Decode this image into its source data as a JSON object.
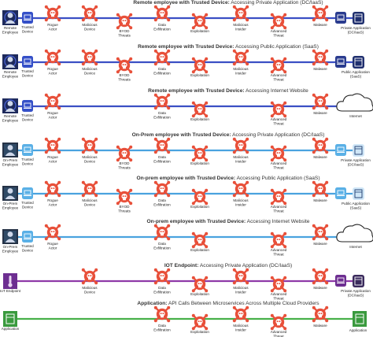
{
  "colors": {
    "threat": "#e8503a",
    "remote_line": "#3b4fc4",
    "onprem_line": "#4aa3df",
    "iot_line": "#8e3aa8",
    "app_line": "#48b04a",
    "dark_navy": "#1f2f6e",
    "purple": "#6d2e91",
    "green": "#3a9a3e"
  },
  "icons": {
    "threat": "skull-crossbones-icon",
    "user": "person-icon",
    "device": "laptop-icon",
    "target_app": "app-server-icon",
    "cloud": "cloud-icon",
    "iot": "thermometer-icon"
  },
  "rows": [
    {
      "title_bold": "Remote employee with Trusted Device:",
      "title_rest": " Accessing Private Application (DC/IaaS)",
      "line": "remote",
      "source": {
        "kind": "remote-user",
        "label": [
          "Remote",
          "Employee"
        ]
      },
      "device": {
        "label": [
          "Trusted",
          "Device"
        ]
      },
      "threats": [
        {
          "pos": "up",
          "label": [
            "Rogue",
            "Actor"
          ]
        },
        {
          "pos": "up",
          "label": [
            "Malicious",
            "Device"
          ]
        },
        {
          "pos": "down",
          "label": [
            "BYOD",
            "Threats"
          ]
        },
        {
          "pos": "up",
          "label": [
            "Data",
            "Exfiltration"
          ]
        },
        {
          "pos": "down",
          "label": [
            "Exploitation"
          ]
        },
        {
          "pos": "up",
          "label": [
            "Malicious",
            "Insider"
          ]
        },
        {
          "pos": "down",
          "label": [
            "Advanced",
            "Threat"
          ]
        },
        {
          "pos": "up",
          "label": [
            "Malware"
          ]
        }
      ],
      "target": {
        "kind": "app-navy",
        "label": [
          "Private Application",
          "(DC/IaaS)"
        ]
      }
    },
    {
      "title_bold": "Remote employee with Trusted Device:",
      "title_rest": " Accessing Public Application (SaaS)",
      "line": "remote",
      "source": {
        "kind": "remote-user",
        "label": [
          "Remote",
          "Employee"
        ]
      },
      "device": {
        "label": [
          "Trusted",
          "Device"
        ]
      },
      "threats": [
        {
          "pos": "up",
          "label": [
            "Rogue",
            "Actor"
          ]
        },
        {
          "pos": "up",
          "label": [
            "Malicious",
            "Device"
          ]
        },
        {
          "pos": "down",
          "label": [
            "BYOD",
            "Threats"
          ]
        },
        {
          "pos": "up",
          "label": [
            "Data",
            "Exfiltration"
          ]
        },
        {
          "pos": "down",
          "label": [
            "Exploitation"
          ]
        },
        {
          "pos": "up",
          "label": [
            "Malicious",
            "Insider"
          ]
        },
        {
          "pos": "down",
          "label": [
            "Advanced",
            "Threat"
          ]
        },
        {
          "pos": "up",
          "label": [
            "Malware"
          ]
        }
      ],
      "target": {
        "kind": "app-navy",
        "label": [
          "Public Application",
          "(SaaS)"
        ]
      }
    },
    {
      "title_bold": "Remote employee with Trusted Device:",
      "title_rest": " Accessing Internet Website",
      "line": "remote",
      "source": {
        "kind": "remote-user",
        "label": [
          "Remote",
          "Employee"
        ]
      },
      "device": {
        "label": [
          "Trusted",
          "Device"
        ]
      },
      "threats": [
        {
          "pos": "up",
          "label": [
            "Rogue",
            "Actor"
          ]
        },
        {
          "pos": "skip"
        },
        {
          "pos": "skip"
        },
        {
          "pos": "up",
          "label": [
            "Data",
            "Exfiltration"
          ]
        },
        {
          "pos": "down",
          "label": [
            "Exploitation"
          ]
        },
        {
          "pos": "skip"
        },
        {
          "pos": "down",
          "label": [
            "Advanced",
            "Threat"
          ]
        },
        {
          "pos": "up",
          "label": [
            "Malware"
          ]
        }
      ],
      "target": {
        "kind": "cloud",
        "label": [
          "Internet"
        ]
      }
    },
    {
      "title_bold": "On-Prem employee with Trusted Device:",
      "title_rest": " Accessing Private Application (DC/IaaS)",
      "line": "onprem",
      "source": {
        "kind": "onprem-user",
        "label": [
          "On-Prem",
          "Employee"
        ]
      },
      "device": {
        "label": [
          "Trusted",
          "Device"
        ]
      },
      "threats": [
        {
          "pos": "up",
          "label": [
            "Rogue",
            "Actor"
          ]
        },
        {
          "pos": "up",
          "label": [
            "Malicious",
            "Device"
          ]
        },
        {
          "pos": "down",
          "label": [
            "BYOD",
            "Threats"
          ]
        },
        {
          "pos": "up",
          "label": [
            "Data",
            "Exfiltration"
          ]
        },
        {
          "pos": "down",
          "label": [
            "Exploitation"
          ]
        },
        {
          "pos": "up",
          "label": [
            "Malicious",
            "Insider"
          ]
        },
        {
          "pos": "down",
          "label": [
            "Advanced",
            "Threat"
          ]
        },
        {
          "pos": "up",
          "label": [
            "Malware"
          ]
        }
      ],
      "target": {
        "kind": "app-light",
        "label": [
          "Private Application",
          "(DC/IaaS)"
        ]
      }
    },
    {
      "title_bold": "On-prem employee with Trusted Device:",
      "title_rest": " Accessing Public Application (SaaS)",
      "line": "onprem",
      "source": {
        "kind": "onprem-user",
        "label": [
          "On-Prem",
          "Employee"
        ]
      },
      "device": {
        "label": [
          "Trusted",
          "Device"
        ]
      },
      "threats": [
        {
          "pos": "up",
          "label": [
            "Rogue",
            "Actor"
          ]
        },
        {
          "pos": "up",
          "label": [
            "Malicious",
            "Device"
          ]
        },
        {
          "pos": "down",
          "label": [
            "BYOD",
            "Threats"
          ]
        },
        {
          "pos": "up",
          "label": [
            "Data",
            "Exfiltration"
          ]
        },
        {
          "pos": "down",
          "label": [
            "Exploitation"
          ]
        },
        {
          "pos": "up",
          "label": [
            "Malicious",
            "Insider"
          ]
        },
        {
          "pos": "down",
          "label": [
            "Advanced",
            "Threat"
          ]
        },
        {
          "pos": "up",
          "label": [
            "Malware"
          ]
        }
      ],
      "target": {
        "kind": "app-light",
        "label": [
          "Public Application",
          "(SaaS)"
        ]
      }
    },
    {
      "title_bold": "On-prem employee with Trusted Device:",
      "title_rest": " Accessing Internet Website",
      "line": "onprem",
      "source": {
        "kind": "onprem-user",
        "label": [
          "On-Prem",
          "Employee"
        ]
      },
      "device": {
        "label": [
          "Trusted",
          "Device"
        ]
      },
      "threats": [
        {
          "pos": "up",
          "label": [
            "Rogue",
            "Actor"
          ]
        },
        {
          "pos": "skip"
        },
        {
          "pos": "skip"
        },
        {
          "pos": "up",
          "label": [
            "Data",
            "Exfiltration"
          ]
        },
        {
          "pos": "down",
          "label": [
            "Exploitation"
          ]
        },
        {
          "pos": "skip"
        },
        {
          "pos": "down",
          "label": [
            "Advanced",
            "Threat"
          ]
        },
        {
          "pos": "up",
          "label": [
            "Malware"
          ]
        }
      ],
      "target": {
        "kind": "cloud",
        "label": [
          "Internet"
        ]
      }
    },
    {
      "title_bold": "IOT Endpoint:",
      "title_rest": " Accessing Private Application (DC/IaaS)",
      "line": "iot",
      "source": {
        "kind": "iot",
        "label": [
          "IoT Endpoint"
        ]
      },
      "device": null,
      "threats": [
        {
          "pos": "skip"
        },
        {
          "pos": "up",
          "label": [
            "Malicious",
            "Device"
          ]
        },
        {
          "pos": "skip"
        },
        {
          "pos": "up",
          "label": [
            "Data",
            "Exfiltration"
          ]
        },
        {
          "pos": "down",
          "label": [
            "Exploitation"
          ]
        },
        {
          "pos": "up",
          "label": [
            "Malicious",
            "Insider"
          ]
        },
        {
          "pos": "down",
          "label": [
            "Advanced",
            "Threat"
          ]
        },
        {
          "pos": "up",
          "label": [
            "Malware"
          ]
        }
      ],
      "target": {
        "kind": "app-purple",
        "label": [
          "Private Application",
          "(DC/IaaS)"
        ]
      }
    },
    {
      "title_bold": "Application:",
      "title_rest": " API Calls Between Microservices Across Multiple Cloud Providers",
      "line": "app",
      "source": {
        "kind": "app-green",
        "label": [
          "Application"
        ]
      },
      "device": null,
      "threats": [
        {
          "pos": "skip"
        },
        {
          "pos": "skip"
        },
        {
          "pos": "skip"
        },
        {
          "pos": "up",
          "label": [
            "Data",
            "Exfiltration"
          ]
        },
        {
          "pos": "down",
          "label": [
            "Exploitation"
          ]
        },
        {
          "pos": "up",
          "label": [
            "Malicious",
            "Insider"
          ]
        },
        {
          "pos": "down",
          "label": [
            "Advanced",
            "Threat"
          ]
        },
        {
          "pos": "up",
          "label": [
            "Malware"
          ]
        }
      ],
      "target": {
        "kind": "app-green",
        "label": [
          "Application"
        ]
      }
    }
  ]
}
